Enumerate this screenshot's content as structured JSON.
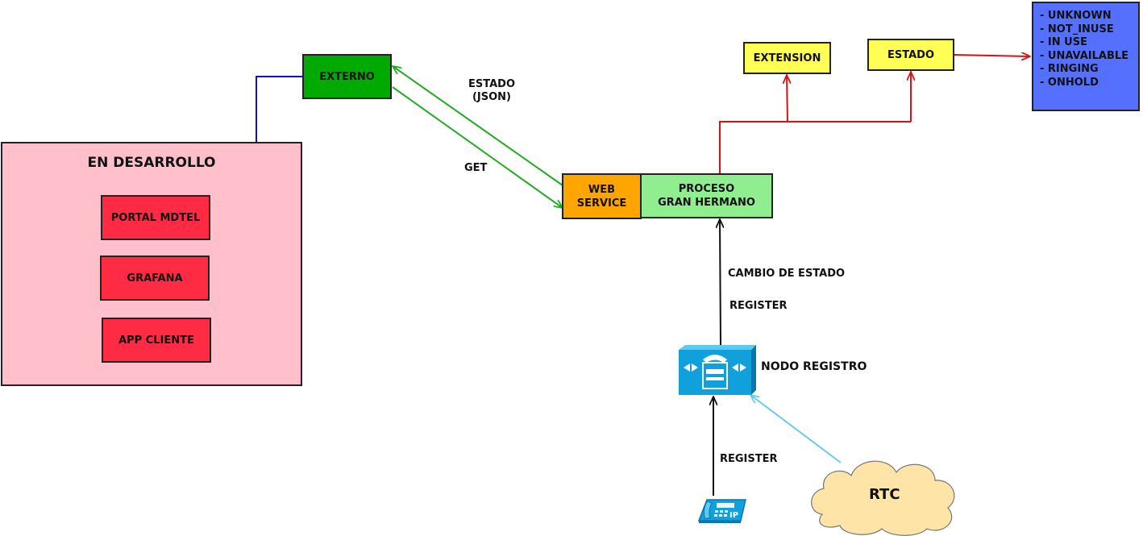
{
  "dev_area": {
    "title": "EN DESARROLLO",
    "items": [
      {
        "label": "PORTAL MDTEL"
      },
      {
        "label": "GRAFANA"
      },
      {
        "label": "APP CLIENTE"
      }
    ]
  },
  "externo": {
    "label": "EXTERNO"
  },
  "webservice": {
    "label": "WEB\nSERVICE"
  },
  "proceso": {
    "label": "PROCESO\nGRAN HERMANO"
  },
  "extension": {
    "label": "EXTENSION"
  },
  "estado": {
    "label": "ESTADO"
  },
  "states": [
    "- UNKNOWN",
    "- NOT_INUSE",
    "- IN USE",
    "- UNAVAILABLE",
    "- RINGING",
    "- ONHOLD"
  ],
  "edge_labels": {
    "estado_json": "ESTADO\n(JSON)",
    "get": "GET",
    "cambio_estado": "CAMBIO DE ESTADO",
    "register_top": "REGISTER",
    "register_bottom": "REGISTER"
  },
  "nodo_registro": {
    "label": "NODO REGISTRO"
  },
  "ip_phone": {
    "badge": "IP"
  },
  "rtc": {
    "label": "RTC"
  },
  "colors": {
    "dev_bg": "#ffc0cb",
    "item_bg": "#ff2a44",
    "externo_bg": "#00aa00",
    "webservice_bg": "#ffa500",
    "proceso_bg": "#90ee90",
    "yellow_bg": "#ffff55",
    "states_bg": "#5570ff",
    "blue_line": "#1010cc",
    "green_line": "#22aa22",
    "red_line": "#dd1111",
    "cyan_line": "#66ccee",
    "cloud_bg": "#ffe4a8"
  }
}
